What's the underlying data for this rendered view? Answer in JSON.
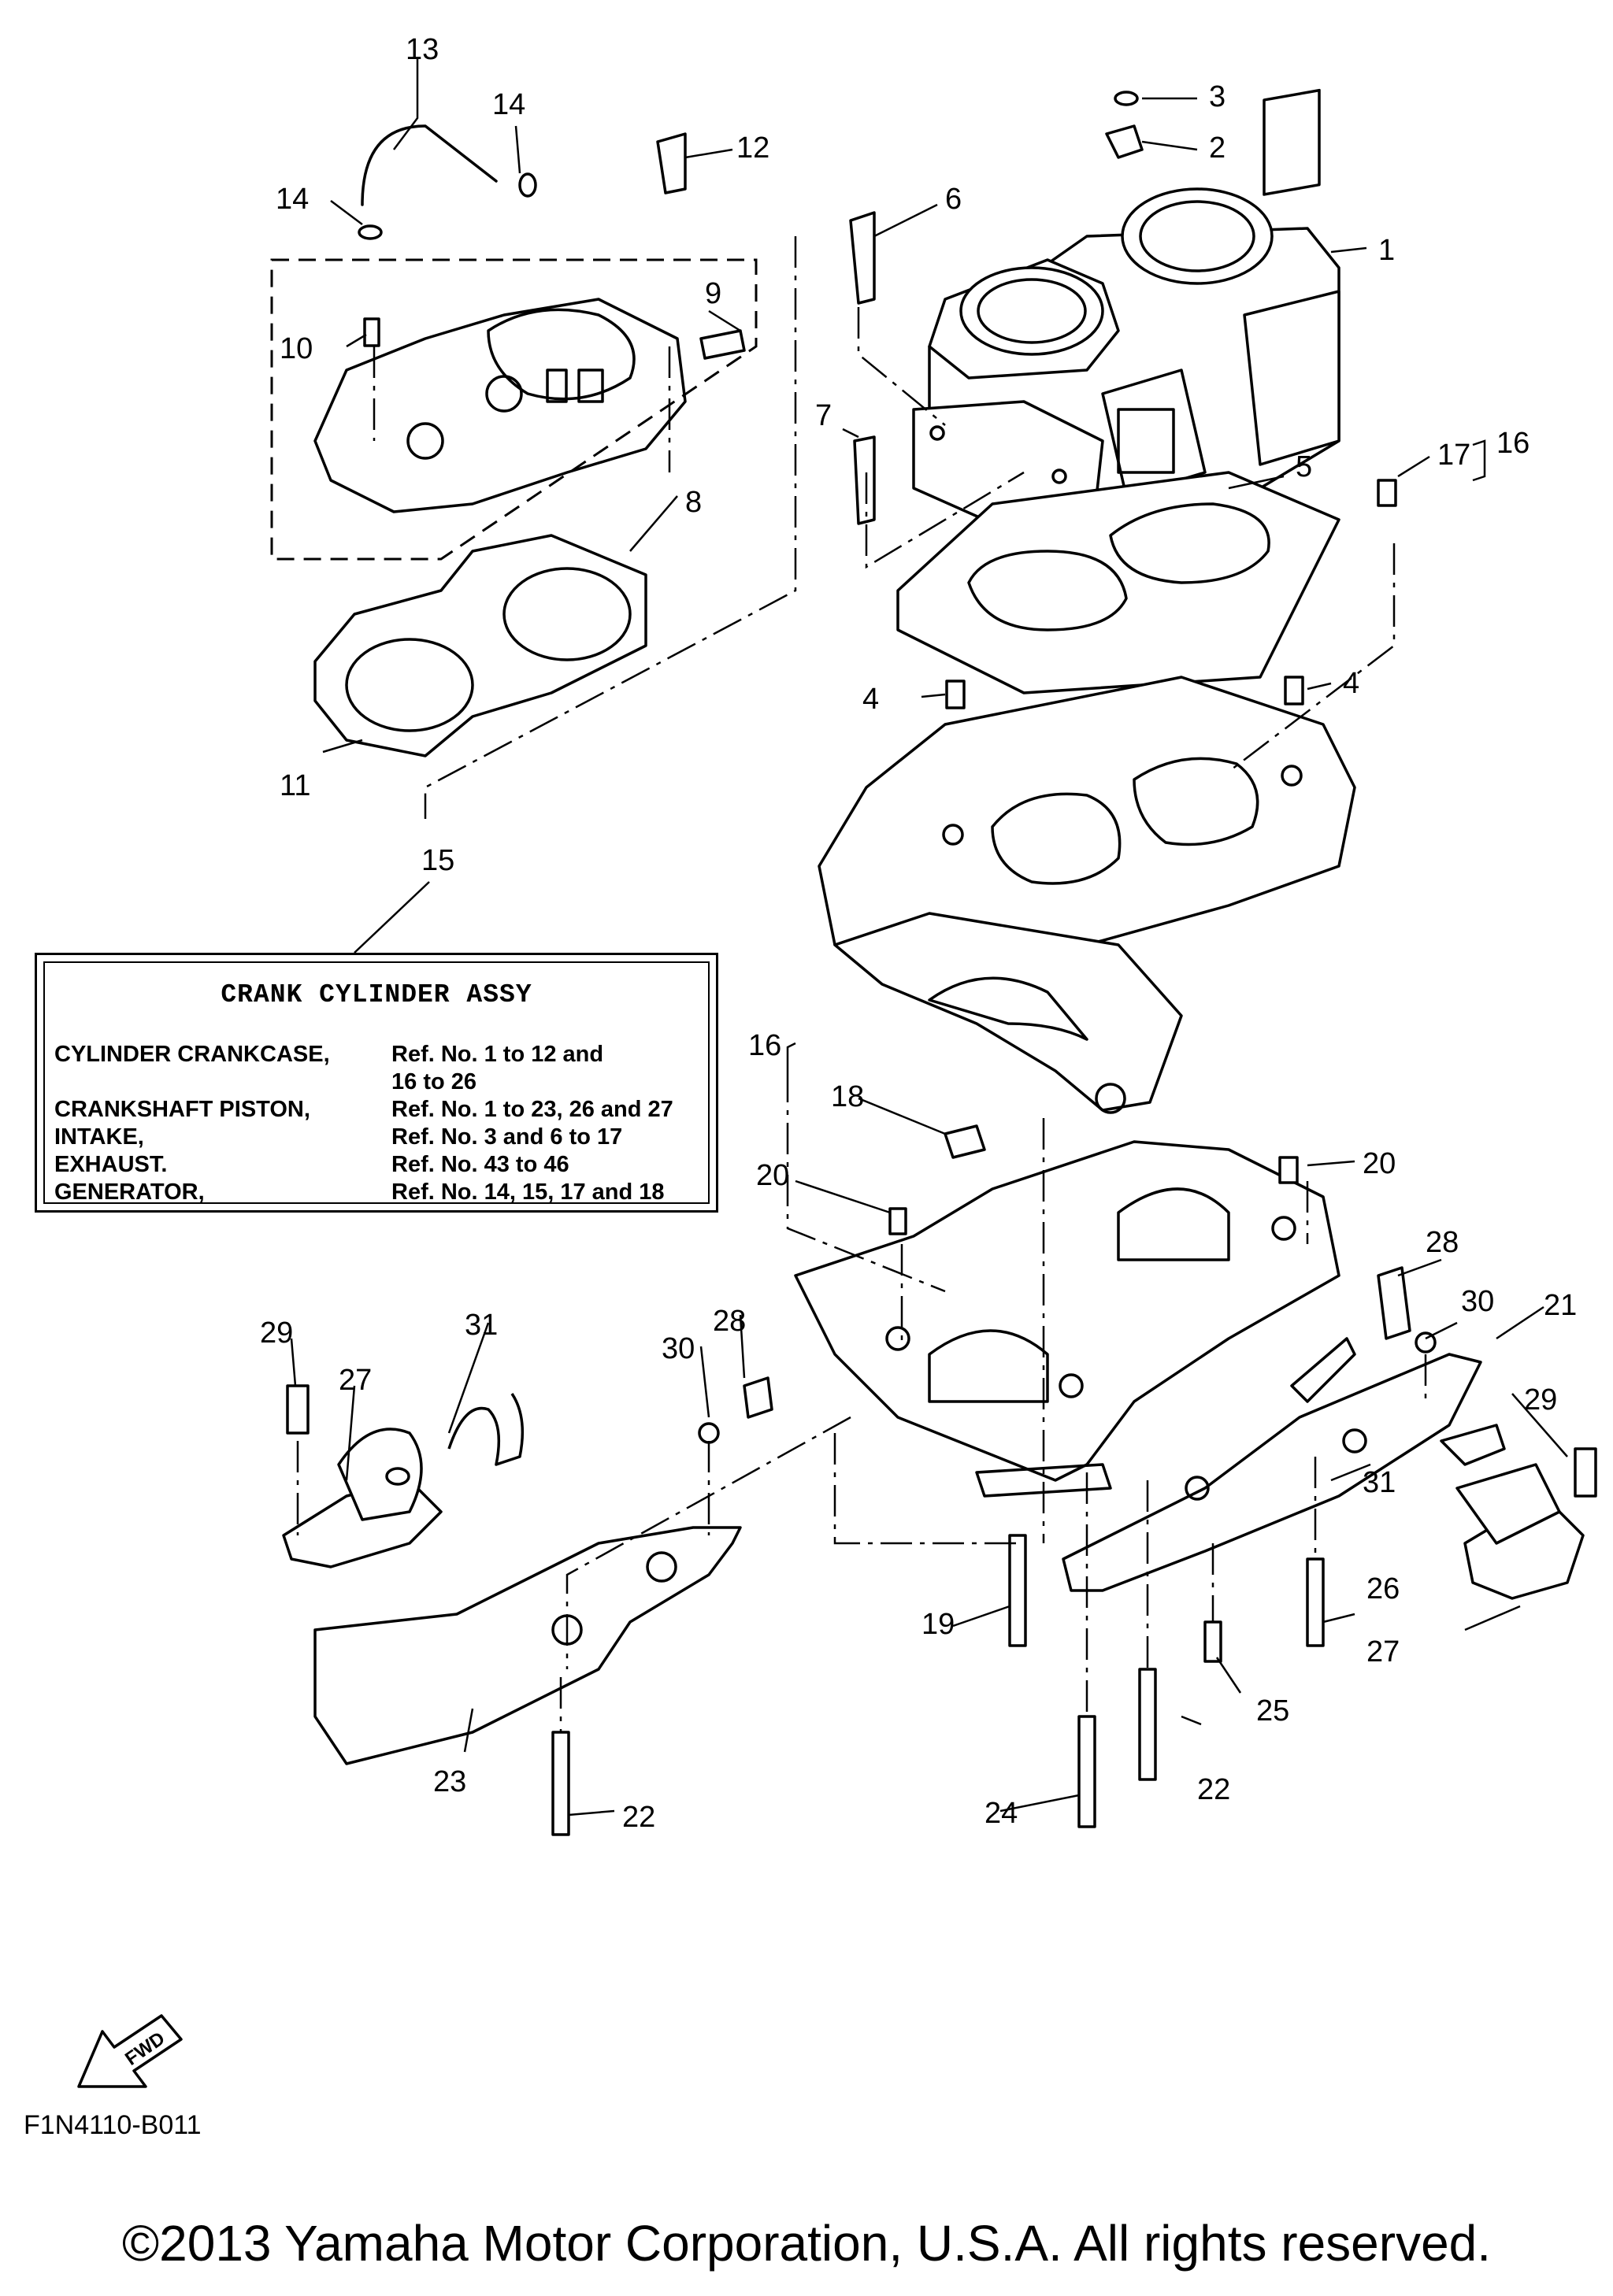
{
  "callouts": [
    {
      "id": "1",
      "text": "1"
    },
    {
      "id": "2",
      "text": "2"
    },
    {
      "id": "3",
      "text": "3"
    },
    {
      "id": "4a",
      "text": "4"
    },
    {
      "id": "4b",
      "text": "4"
    },
    {
      "id": "5",
      "text": "5"
    },
    {
      "id": "6",
      "text": "6"
    },
    {
      "id": "7",
      "text": "7"
    },
    {
      "id": "8",
      "text": "8"
    },
    {
      "id": "9",
      "text": "9"
    },
    {
      "id": "10",
      "text": "10"
    },
    {
      "id": "11",
      "text": "11"
    },
    {
      "id": "12",
      "text": "12"
    },
    {
      "id": "13",
      "text": "13"
    },
    {
      "id": "14a",
      "text": "14"
    },
    {
      "id": "14b",
      "text": "14"
    },
    {
      "id": "15",
      "text": "15"
    },
    {
      "id": "16a",
      "text": "16"
    },
    {
      "id": "16b",
      "text": "16"
    },
    {
      "id": "17",
      "text": "17"
    },
    {
      "id": "18",
      "text": "18"
    },
    {
      "id": "19",
      "text": "19"
    },
    {
      "id": "20a",
      "text": "20"
    },
    {
      "id": "20b",
      "text": "20"
    },
    {
      "id": "21",
      "text": "21"
    },
    {
      "id": "22a",
      "text": "22"
    },
    {
      "id": "22b",
      "text": "22"
    },
    {
      "id": "23",
      "text": "23"
    },
    {
      "id": "24",
      "text": "24"
    },
    {
      "id": "25",
      "text": "25"
    },
    {
      "id": "26",
      "text": "26"
    },
    {
      "id": "27a",
      "text": "27"
    },
    {
      "id": "27b",
      "text": "27"
    },
    {
      "id": "28a",
      "text": "28"
    },
    {
      "id": "28b",
      "text": "28"
    },
    {
      "id": "29a",
      "text": "29"
    },
    {
      "id": "29b",
      "text": "29"
    },
    {
      "id": "30a",
      "text": "30"
    },
    {
      "id": "30b",
      "text": "30"
    },
    {
      "id": "31a",
      "text": "31"
    },
    {
      "id": "31b",
      "text": "31"
    }
  ],
  "legend": {
    "title": "CRANK CYLINDER ASSY",
    "rows": [
      {
        "name": "CYLINDER CRANKCASE,",
        "ref": "Ref. No. 1 to 12 and"
      },
      {
        "name": "",
        "ref": "16 to 26"
      },
      {
        "name": "CRANKSHAFT PISTON,",
        "ref": "Ref. No. 1 to 23, 26 and 27"
      },
      {
        "name": "INTAKE,",
        "ref": "Ref. No. 3 and 6 to 17"
      },
      {
        "name": "EXHAUST.",
        "ref": "Ref. No. 43 to 46"
      },
      {
        "name": "GENERATOR,",
        "ref": "Ref. No. 14, 15, 17 and 18"
      }
    ]
  },
  "fwd_label": "FWD",
  "figure_code": "F1N4110-B011",
  "copyright": "©2013 Yamaha Motor Corporation, U.S.A. All rights reserved."
}
